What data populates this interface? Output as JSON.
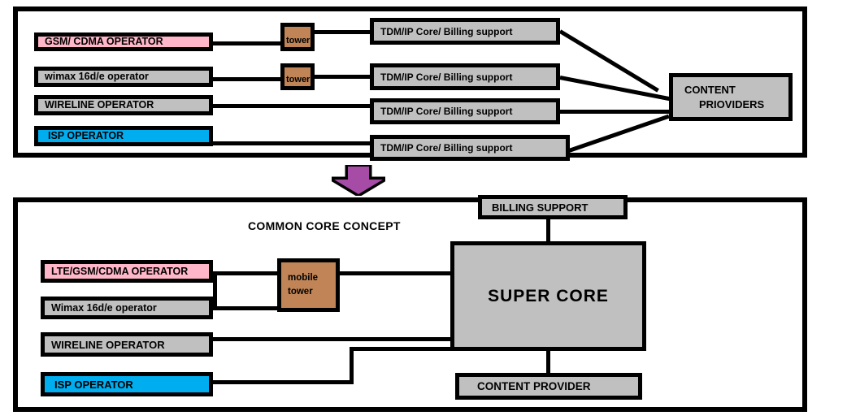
{
  "diagram": {
    "title": "Common Core Concept",
    "colors": {
      "operator_mobile": "#ffb6c8",
      "operator_isp": "#00aeef",
      "operator_default": "#c0c0c0",
      "tower": "#c08456",
      "core": "#c0c0c0",
      "outline": "#000000",
      "arrow_fill": "#a64ca6",
      "background": "#ffffff"
    }
  },
  "top_panel": {
    "name": "legacy-architecture",
    "operators": [
      {
        "label": "GSM/ CDMA OPERATOR",
        "color": "#ffb6c8"
      },
      {
        "label": "wimax 16d/e operator",
        "color": "#c0c0c0"
      },
      {
        "label": "WIRELINE  OPERATOR",
        "color": "#c0c0c0"
      },
      {
        "label": "ISP OPERATOR",
        "color": "#00aeef"
      }
    ],
    "towers": [
      {
        "label": "tower"
      },
      {
        "label": "tower"
      }
    ],
    "cores": [
      {
        "label": "TDM/IP Core/ Billing support"
      },
      {
        "label": "TDM/IP Core/ Billing support"
      },
      {
        "label": "TDM/IP Core/ Billing support"
      },
      {
        "label": "TDM/IP Core/ Billing support"
      }
    ],
    "content_providers": {
      "line1": "CONTENT",
      "line2": "PRIOVIDERS"
    }
  },
  "transition": {
    "icon": "down-arrow-icon",
    "fill": "#a64ca6"
  },
  "bottom_panel": {
    "name": "common-core-architecture",
    "heading": "COMMON CORE CONCEPT",
    "operators": [
      {
        "label": "LTE/GSM/CDMA OPERATOR",
        "color": "#ffb6c8"
      },
      {
        "label": "Wimax 16d/e operator",
        "color": "#c0c0c0"
      },
      {
        "label": "WIRELINE OPERATOR",
        "color": "#c0c0c0"
      },
      {
        "label": "ISP  OPERATOR",
        "color": "#00aeef"
      }
    ],
    "tower": {
      "line1": "mobile",
      "line2": "tower"
    },
    "billing_support": "BILLING SUPPORT",
    "super_core": "SUPER CORE",
    "content_provider": "CONTENT  PROVIDER"
  }
}
